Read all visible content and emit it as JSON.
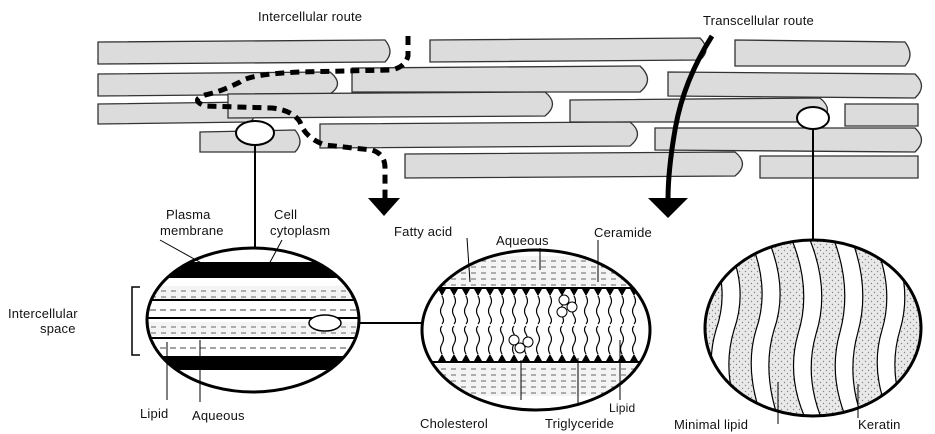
{
  "diagram": {
    "top": {
      "intercellular_route": "Intercellular route",
      "transcellular_route": "Transcellular route"
    },
    "left_detail": {
      "plasma_membrane_line1": "Plasma",
      "plasma_membrane_line2": "membrane",
      "cell_cytoplasm_line1": "Cell",
      "cell_cytoplasm_line2": "cytoplasm",
      "intercellular_space_line1": "Intercellular",
      "intercellular_space_line2": "space",
      "lipid": "Lipid",
      "aqueous": "Aqueous"
    },
    "middle_detail": {
      "fatty_acid": "Fatty acid",
      "aqueous": "Aqueous",
      "ceramide": "Ceramide",
      "cholesterol": "Cholesterol",
      "triglyceride": "Triglyceride",
      "lipid": "Lipid"
    },
    "right_detail": {
      "minimal_lipid": "Minimal lipid",
      "keratin": "Keratin"
    }
  }
}
